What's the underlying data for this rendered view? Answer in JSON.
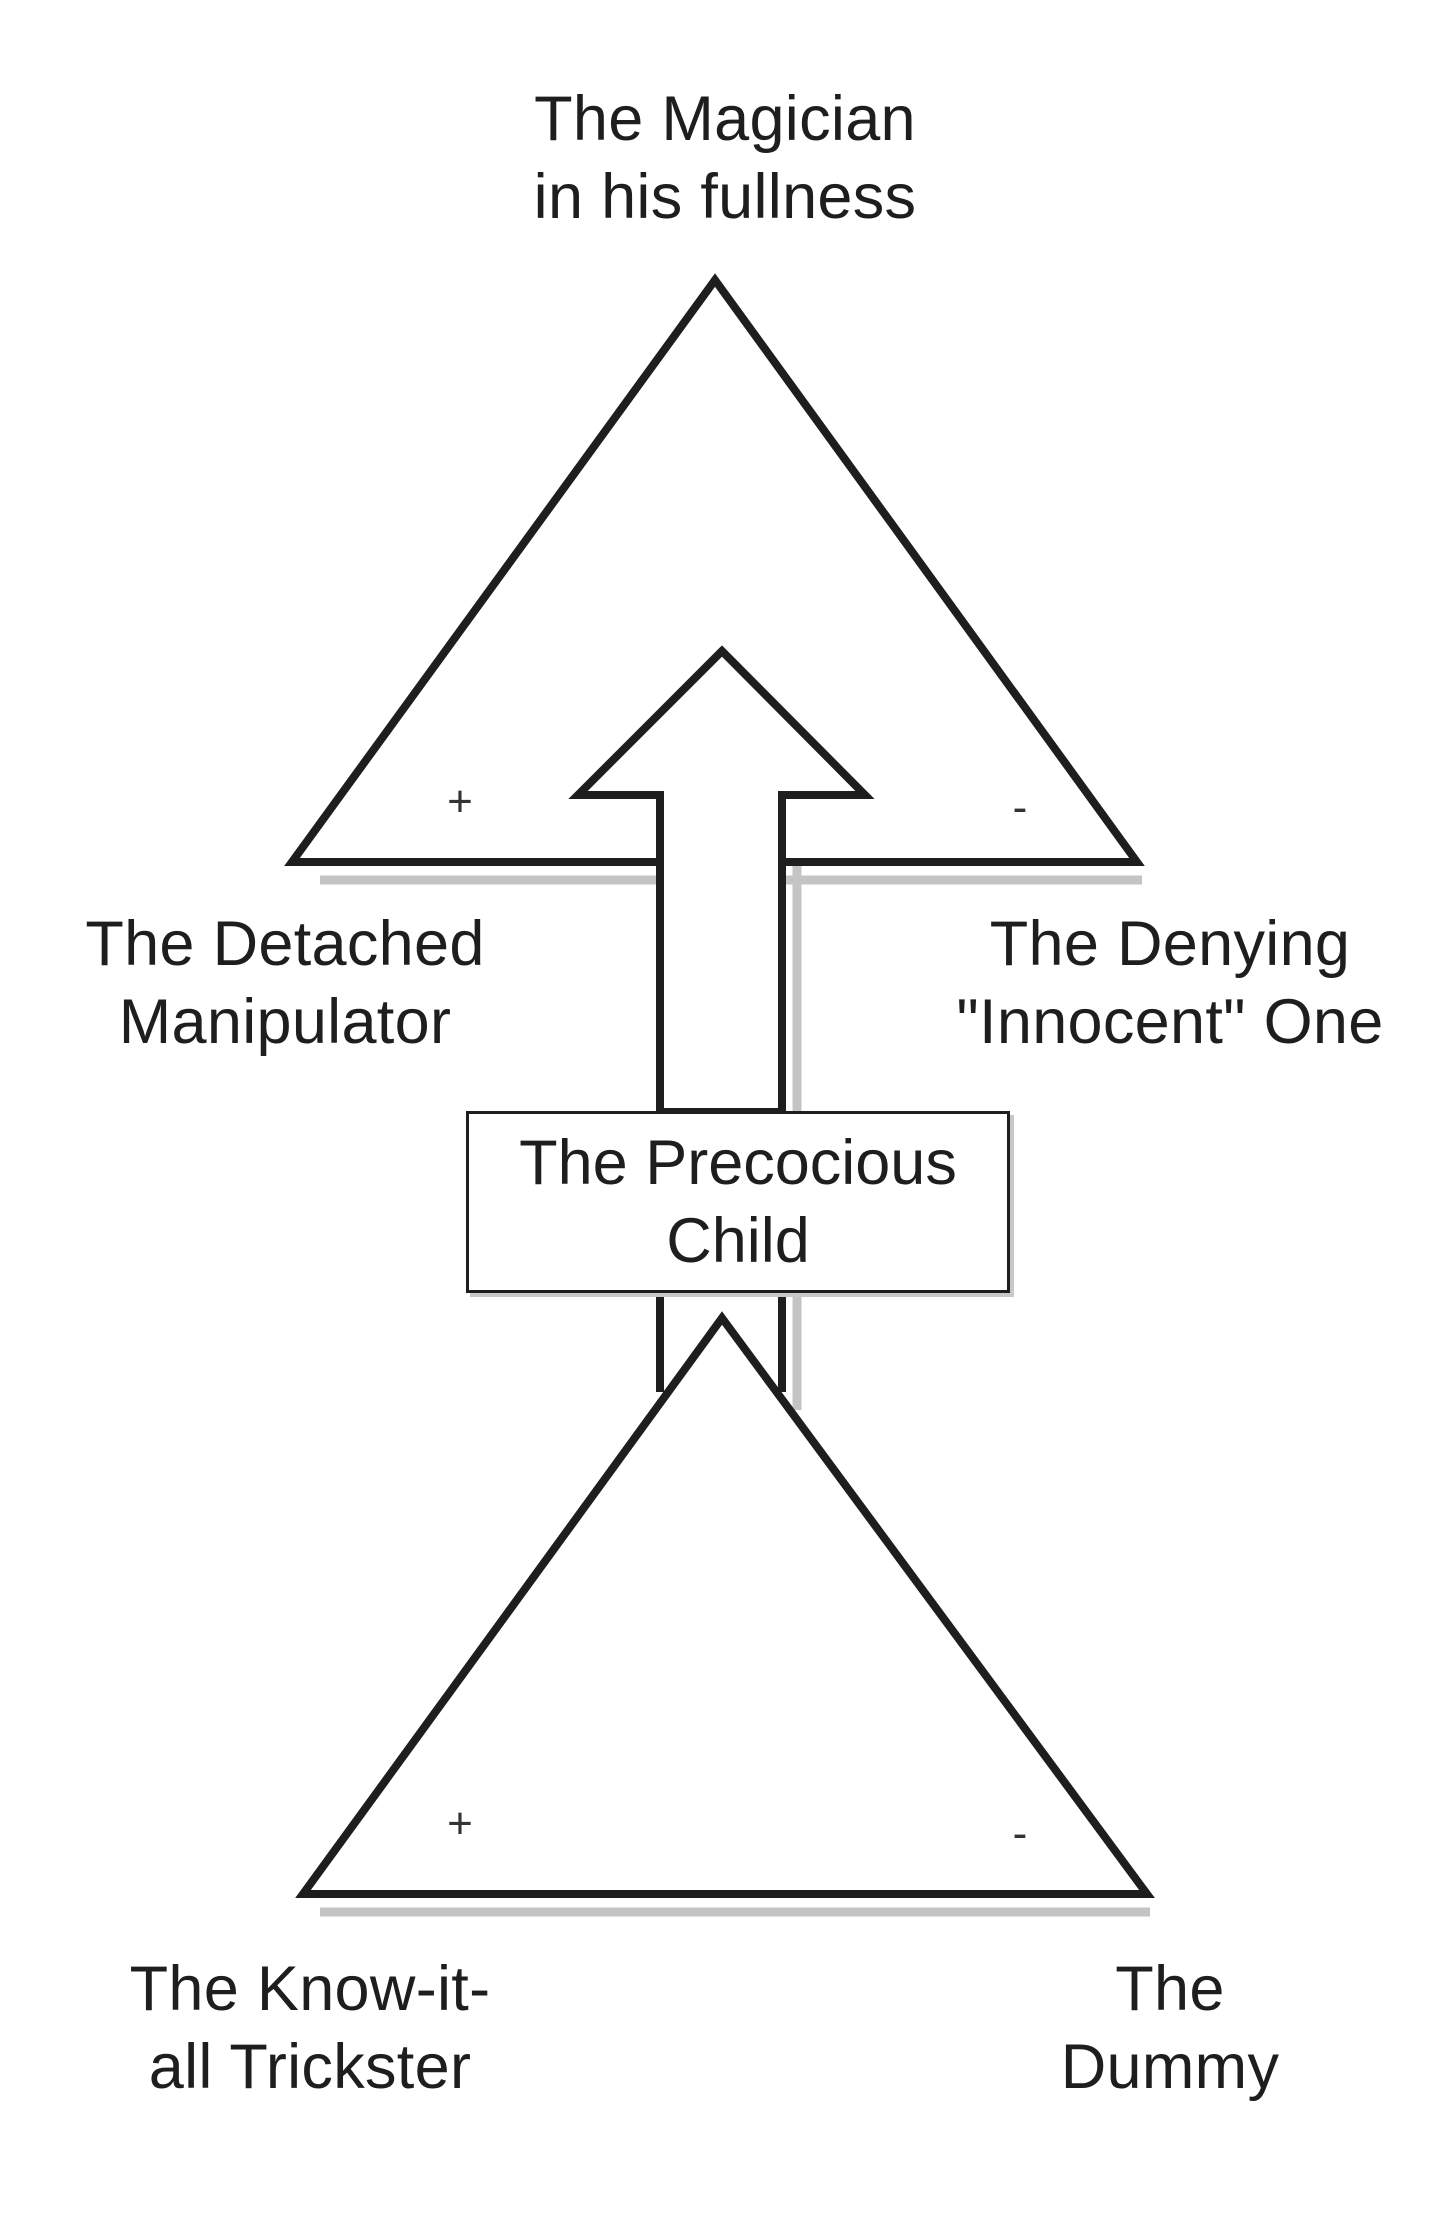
{
  "top_node": {
    "line1": "The Magician",
    "line2": "in his fullness"
  },
  "upper_triangle": {
    "positive_label": {
      "line1": "The Detached",
      "line2": "Manipulator"
    },
    "negative_label": {
      "line1": "The Denying",
      "line2": "\"Innocent\" One"
    },
    "plus_sign": "+",
    "minus_sign": "-"
  },
  "center_box": {
    "line1": "The Precocious",
    "line2": "Child"
  },
  "lower_triangle": {
    "positive_label": {
      "line1": "The Know-it-",
      "line2": "all Trickster"
    },
    "negative_label": {
      "line1": "The",
      "line2": "Dummy"
    },
    "plus_sign": "+",
    "minus_sign": "-"
  },
  "colors": {
    "stroke": "#1e1e1e",
    "shadow": "#c4c4c4",
    "background": "#ffffff"
  }
}
